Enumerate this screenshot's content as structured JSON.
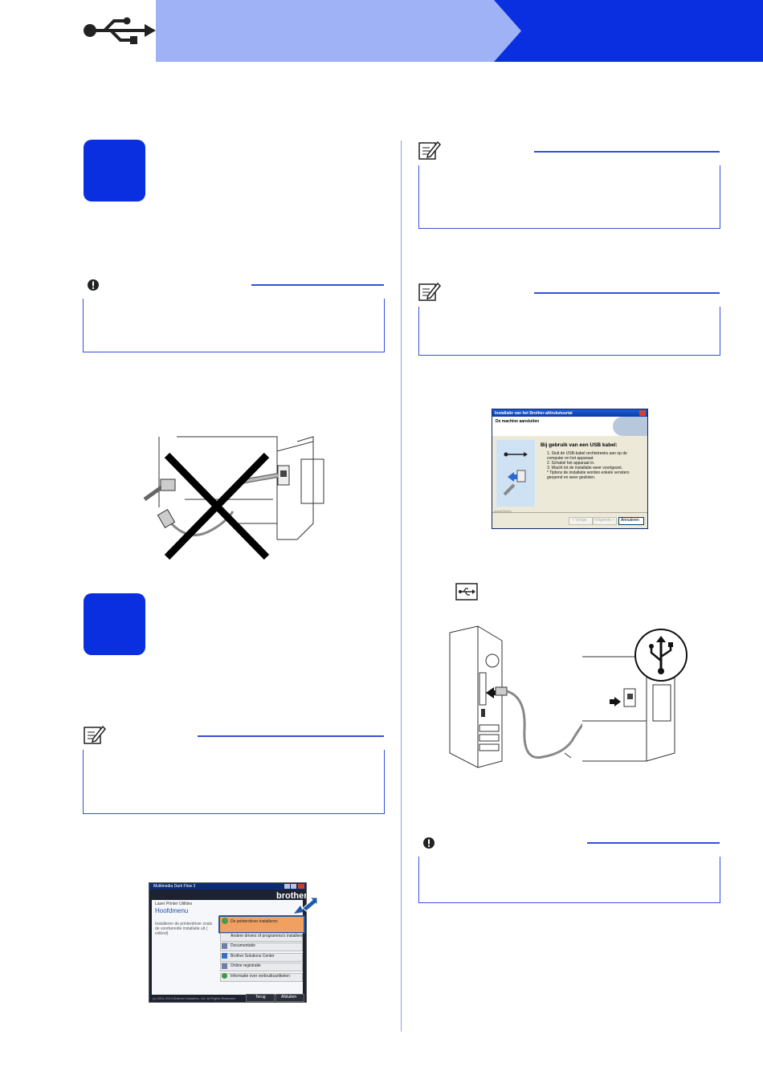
{
  "installer_dialog": {
    "title": "Installatie van het Brother-afdrukstuurtal",
    "subtitle": "De machine aansluiten",
    "heading": "Bij gebruik van een USB kabel:",
    "steps": [
      "1. Sluit de USB-kabel rechtstreeks aan op de computer en het apparaat.",
      "2. Schakel het apparaat in.",
      "3. Wacht tot de installatie weer voortgezet.",
      "* Tijdens de installatie worden enkele vensters geopend en weer gesloten."
    ],
    "footer_label": "InstallShield",
    "buttons": [
      "< Vorige",
      "Volgende >",
      "Annuleren"
    ]
  },
  "menu_dialog": {
    "title": "Multimedia Dark Flow 3",
    "brand": "brother",
    "product": "Laser Printer Utilities",
    "heading": "Hoofdmenu",
    "description": "Installeren de printerdriver zoals de voorbereide installatie uit ( volbod)",
    "menu_items": [
      "De printerdriver installeren",
      "Andere drivers of programma's installeren",
      "Documentatie",
      "Brother Solutions Center",
      "Online registratie",
      "Informatie over verbruiksartikelen"
    ],
    "copyright": "(c) 2001-2014 Brother Industries, Ltd. All Rights Reserved.",
    "back_button": "Terug",
    "exit_button": "Afsluiten"
  },
  "colors": {
    "brand_blue": "#0a2fe0",
    "light_blue": "#9fb2f5",
    "rule_blue": "#3550d8"
  },
  "icons": [
    "usb-icon",
    "important-icon",
    "note-icon"
  ]
}
